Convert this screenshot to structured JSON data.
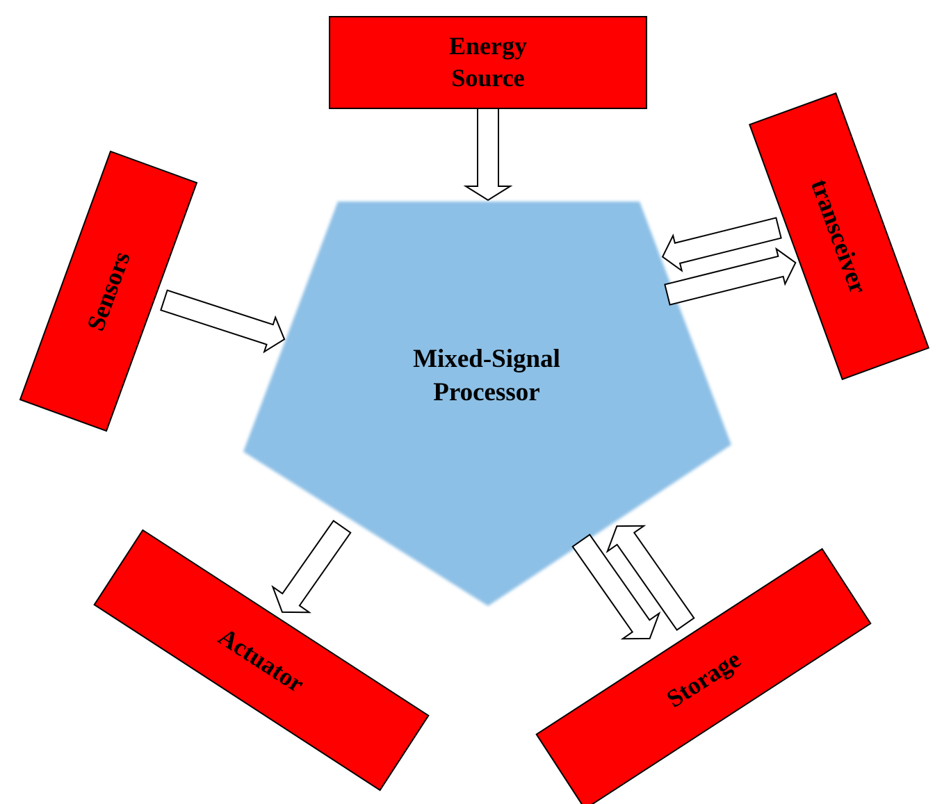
{
  "diagram": {
    "center": {
      "line1": "Mixed-Signal",
      "line2": "Processor"
    },
    "components": {
      "energy_line1": "Energy",
      "energy_line2": "Source",
      "transceiver": "transceiver",
      "sensors": "Sensors",
      "actuator": "Actuator",
      "storage": "Storage"
    },
    "colors": {
      "component_fill": "#ff0000",
      "processor_fill": "#8dc0e6",
      "arrow_fill": "#ffffff",
      "outline": "#000000"
    }
  }
}
